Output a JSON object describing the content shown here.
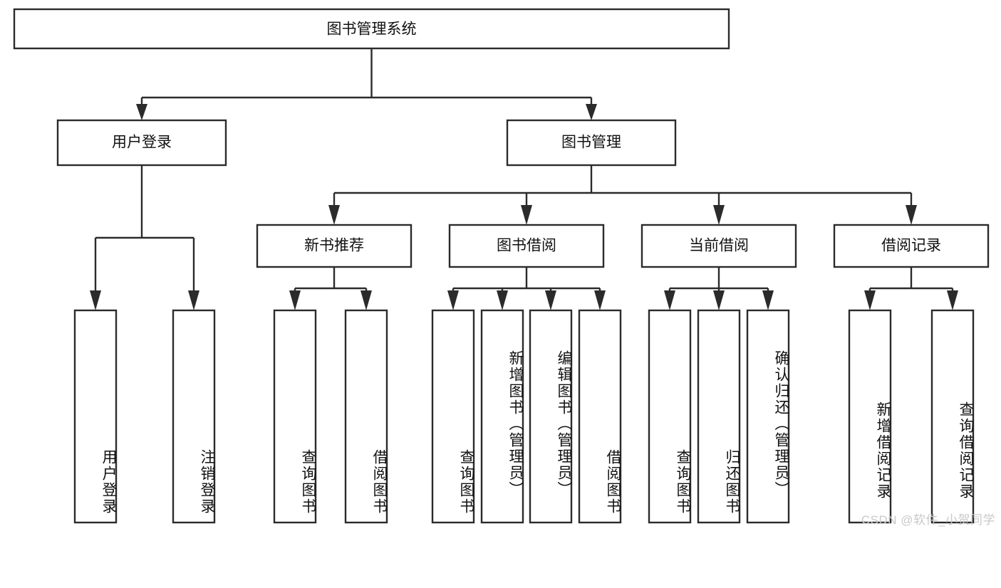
{
  "diagram": {
    "title_node": {
      "label": "图书管理系统"
    },
    "level2": [
      {
        "id": "user-login",
        "label": "用户登录"
      },
      {
        "id": "book-management",
        "label": "图书管理"
      }
    ],
    "level3": [
      {
        "id": "new-book-recommend",
        "label": "新书推荐",
        "parent": "book-management"
      },
      {
        "id": "book-borrow",
        "label": "图书借阅",
        "parent": "book-management"
      },
      {
        "id": "current-borrow",
        "label": "当前借阅",
        "parent": "book-management"
      },
      {
        "id": "borrow-record",
        "label": "借阅记录",
        "parent": "book-management"
      }
    ],
    "leaves": [
      {
        "id": "leaf-user-login",
        "label": "用户登录",
        "parent": "user-login"
      },
      {
        "id": "leaf-logout",
        "label": "注销登录",
        "parent": "user-login"
      },
      {
        "id": "leaf-query-book-1",
        "label": "查询图书",
        "parent": "new-book-recommend"
      },
      {
        "id": "leaf-borrow-book-1",
        "label": "借阅图书",
        "parent": "new-book-recommend"
      },
      {
        "id": "leaf-query-book-2",
        "label": "查询图书",
        "parent": "book-borrow"
      },
      {
        "id": "leaf-add-book",
        "label": "新增图书（管理员）",
        "parent": "book-borrow"
      },
      {
        "id": "leaf-edit-book",
        "label": "编辑图书（管理员）",
        "parent": "book-borrow"
      },
      {
        "id": "leaf-borrow-book-2",
        "label": "借阅图书",
        "parent": "book-borrow"
      },
      {
        "id": "leaf-query-book-3",
        "label": "查询图书",
        "parent": "current-borrow"
      },
      {
        "id": "leaf-return-book",
        "label": "归还图书",
        "parent": "current-borrow"
      },
      {
        "id": "leaf-confirm-return",
        "label": "确认归还（管理员）",
        "parent": "current-borrow"
      },
      {
        "id": "leaf-add-record",
        "label": "新增借阅记录",
        "parent": "borrow-record"
      },
      {
        "id": "leaf-query-record",
        "label": "查询借阅记录",
        "parent": "borrow-record"
      }
    ],
    "watermark": "CSDN @软件_小贺同学",
    "colors": {
      "stroke": "#2b2b2b",
      "fill": "#ffffff",
      "text": "#111111",
      "watermark": "#c9c9c9"
    }
  }
}
